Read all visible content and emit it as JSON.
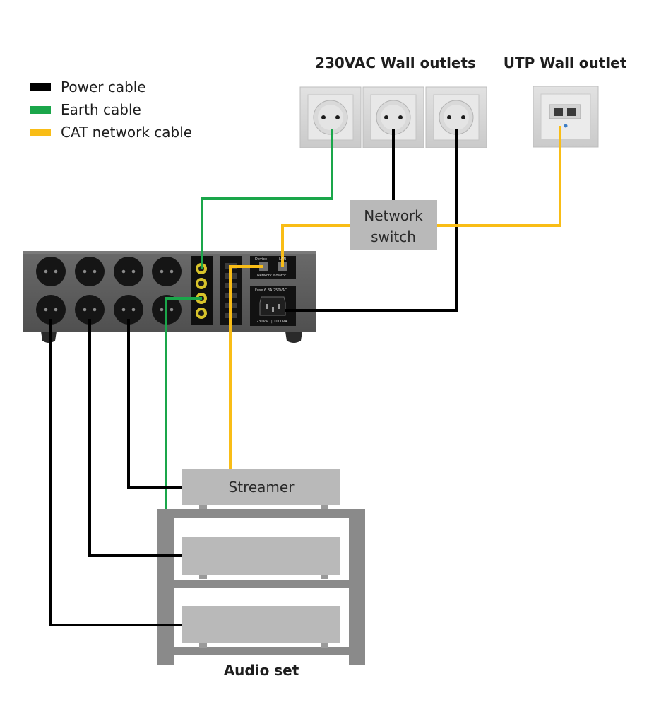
{
  "legend": {
    "items": [
      {
        "label": "Power cable",
        "color": "#000000"
      },
      {
        "label": "Earth cable",
        "color": "#1aa64a"
      },
      {
        "label": "CAT network cable",
        "color": "#f9bd16"
      }
    ]
  },
  "titles": {
    "wall_outlets": "230VAC Wall outlets",
    "utp_outlet": "UTP Wall outlet",
    "audio_set": "Audio set"
  },
  "devices": {
    "network_switch": "Network switch",
    "network_switch_line1": "Network",
    "network_switch_line2": "switch",
    "streamer": "Streamer"
  },
  "power_strip": {
    "panel_device": "Device",
    "panel_lan": "LAN",
    "panel_network_isolator": "Network isolator",
    "inlet_top": "Fuse 6.3A 250VAC",
    "inlet_bottom": "230VAC | 1000VA"
  },
  "colors": {
    "power": "#000000",
    "earth": "#1aa64a",
    "network": "#f9bd16",
    "device_box": "#b9b9b9",
    "rack": "#8a8a8a",
    "strip_body": "#5d5d5d"
  }
}
